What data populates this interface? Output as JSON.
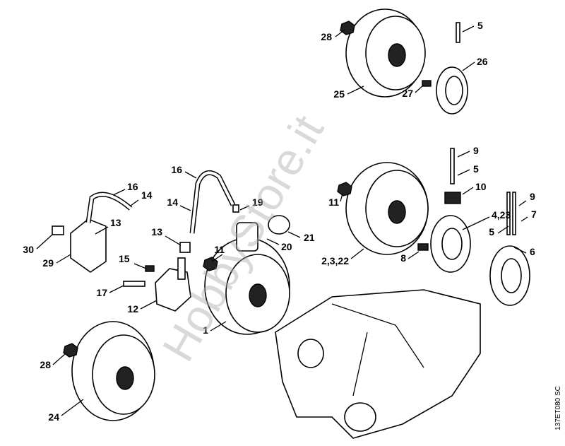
{
  "diagram": {
    "watermark": "HobbyStore.it",
    "drawing_code": "137ET080 SC",
    "labels": [
      "28",
      "5",
      "26",
      "25",
      "27",
      "9",
      "5",
      "10",
      "16",
      "14",
      "16",
      "14",
      "19",
      "11",
      "4,23",
      "13",
      "21",
      "20",
      "2,3,22",
      "9",
      "7",
      "5",
      "6",
      "30",
      "13",
      "11",
      "15",
      "29",
      "8",
      "17",
      "12",
      "1",
      "28",
      "24"
    ]
  }
}
